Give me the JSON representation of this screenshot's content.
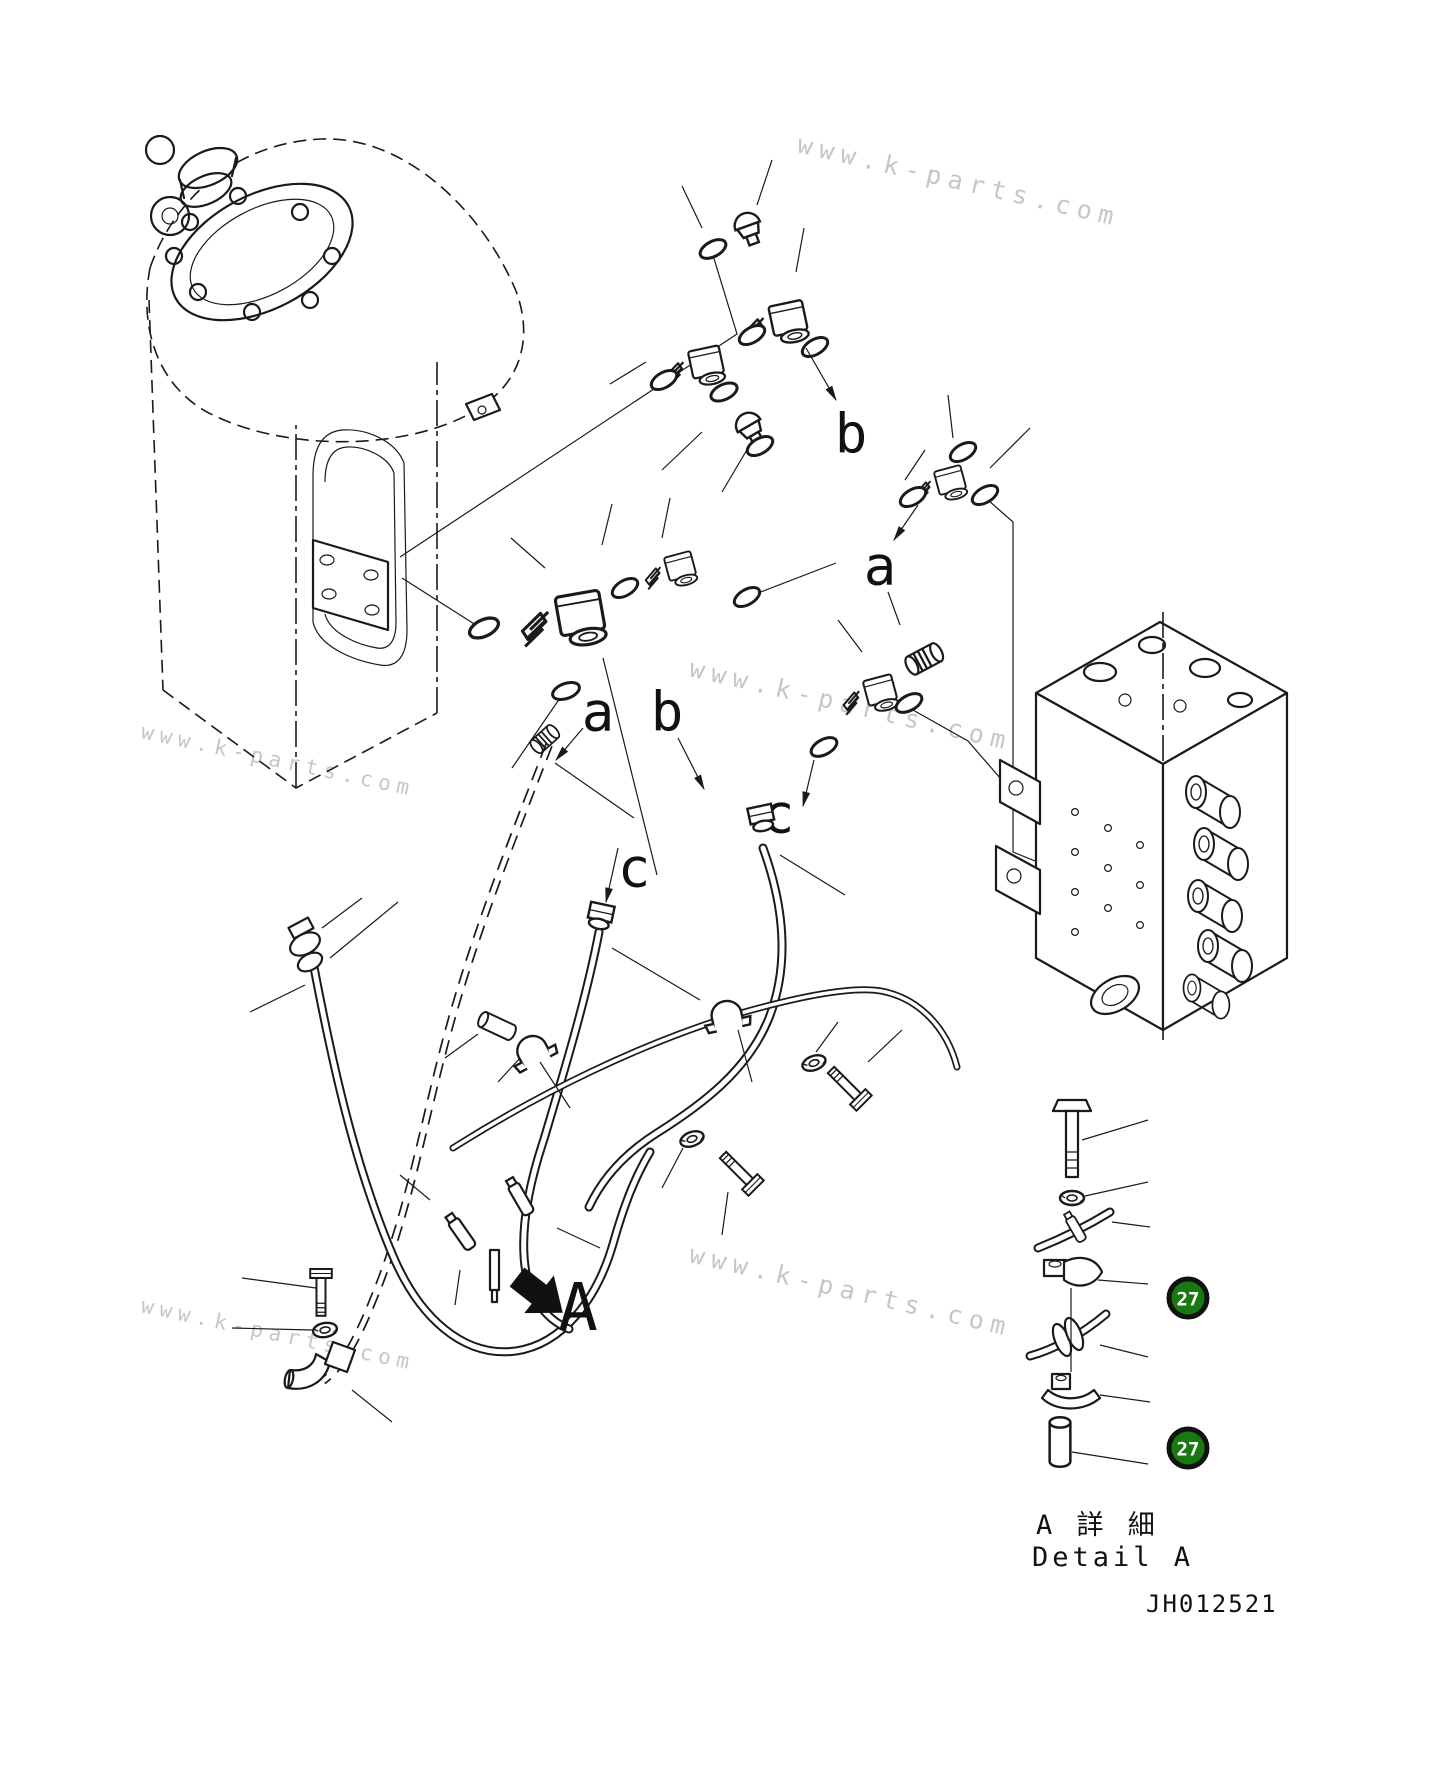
{
  "diagram": {
    "background": "#ffffff",
    "line_color": "#1a1a1a",
    "drawing_number": "JH012521",
    "watermark": {
      "text": "www.k-parts.com",
      "color": "#c6c6c6"
    }
  },
  "callouts": {
    "upper_b": "b",
    "right_a": "a",
    "mid_a": "a",
    "mid_b": "b",
    "right_c": "c",
    "lower_c": "c",
    "detail_pointer": "A"
  },
  "detail_view": {
    "title_jp": "A 詳 細",
    "title_en": "Detail A",
    "badges": [
      {
        "label": "27",
        "color": "#17790f",
        "ring": "#111111"
      },
      {
        "label": "27",
        "color": "#17790f",
        "ring": "#111111"
      }
    ]
  }
}
